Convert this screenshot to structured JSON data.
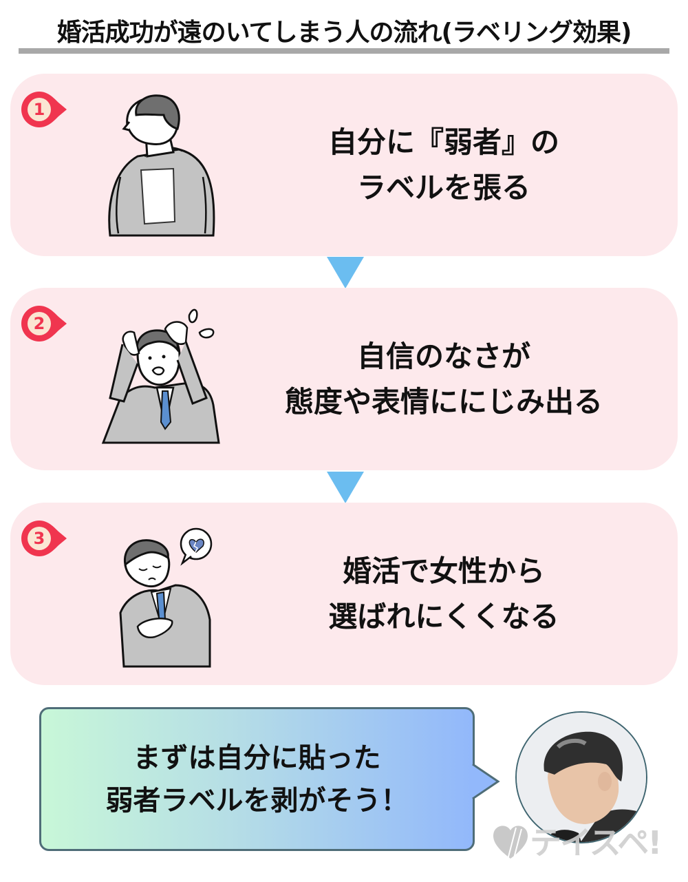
{
  "title": "婚活成功が遠のいてしまう人の流れ(ラベリング効果)",
  "colors": {
    "box_bg": "#fde9ec",
    "badge_red": "#f0354f",
    "badge_inner": "#fbe6d3",
    "arrow_blue": "#6bbdf0",
    "title_rule": "#a8a8a8",
    "bubble_border": "#4f6d78",
    "bubble_gradient_start": "#c8f7d8",
    "bubble_gradient_end": "#92b8fb"
  },
  "steps": [
    {
      "number": "1",
      "illustration": "man-with-paper-label-on-back",
      "line1": "自分に『弱者』の",
      "line2": "ラベルを張る"
    },
    {
      "number": "2",
      "illustration": "anxious-man-holding-head",
      "line1": "自信のなさが",
      "line2": "態度や表情ににじみ出る"
    },
    {
      "number": "3",
      "illustration": "sad-man-broken-heart",
      "line1": "婚活で女性から",
      "line2": "選ばれにくくなる"
    }
  ],
  "callout": {
    "line1": "まずは自分に貼った",
    "line2": "弱者ラベルを剥がそう！",
    "speaker": "advisor-photo-avatar"
  },
  "watermark": {
    "text": "テイスペ!"
  }
}
